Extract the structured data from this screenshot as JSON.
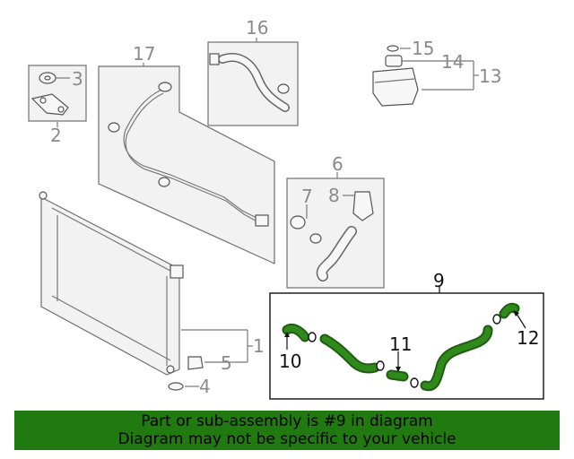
{
  "callouts": {
    "c1": "1",
    "c2": "2",
    "c3": "3",
    "c4": "4",
    "c5": "5",
    "c6": "6",
    "c7": "7",
    "c8": "8",
    "c9": "9",
    "c10": "10",
    "c11": "11",
    "c12": "12",
    "c13": "13",
    "c14": "14",
    "c15": "15",
    "c16": "16",
    "c17": "17"
  },
  "banner": {
    "line1": "Part or sub-assembly is #9 in diagram",
    "line2": "Diagram may not be specific to your vehicle"
  },
  "colors": {
    "highlight_hose": "#2f8a1b",
    "banner_bg": "#207a10",
    "callout_gray": "#8a8a8a",
    "callout_dark": "#111111"
  }
}
